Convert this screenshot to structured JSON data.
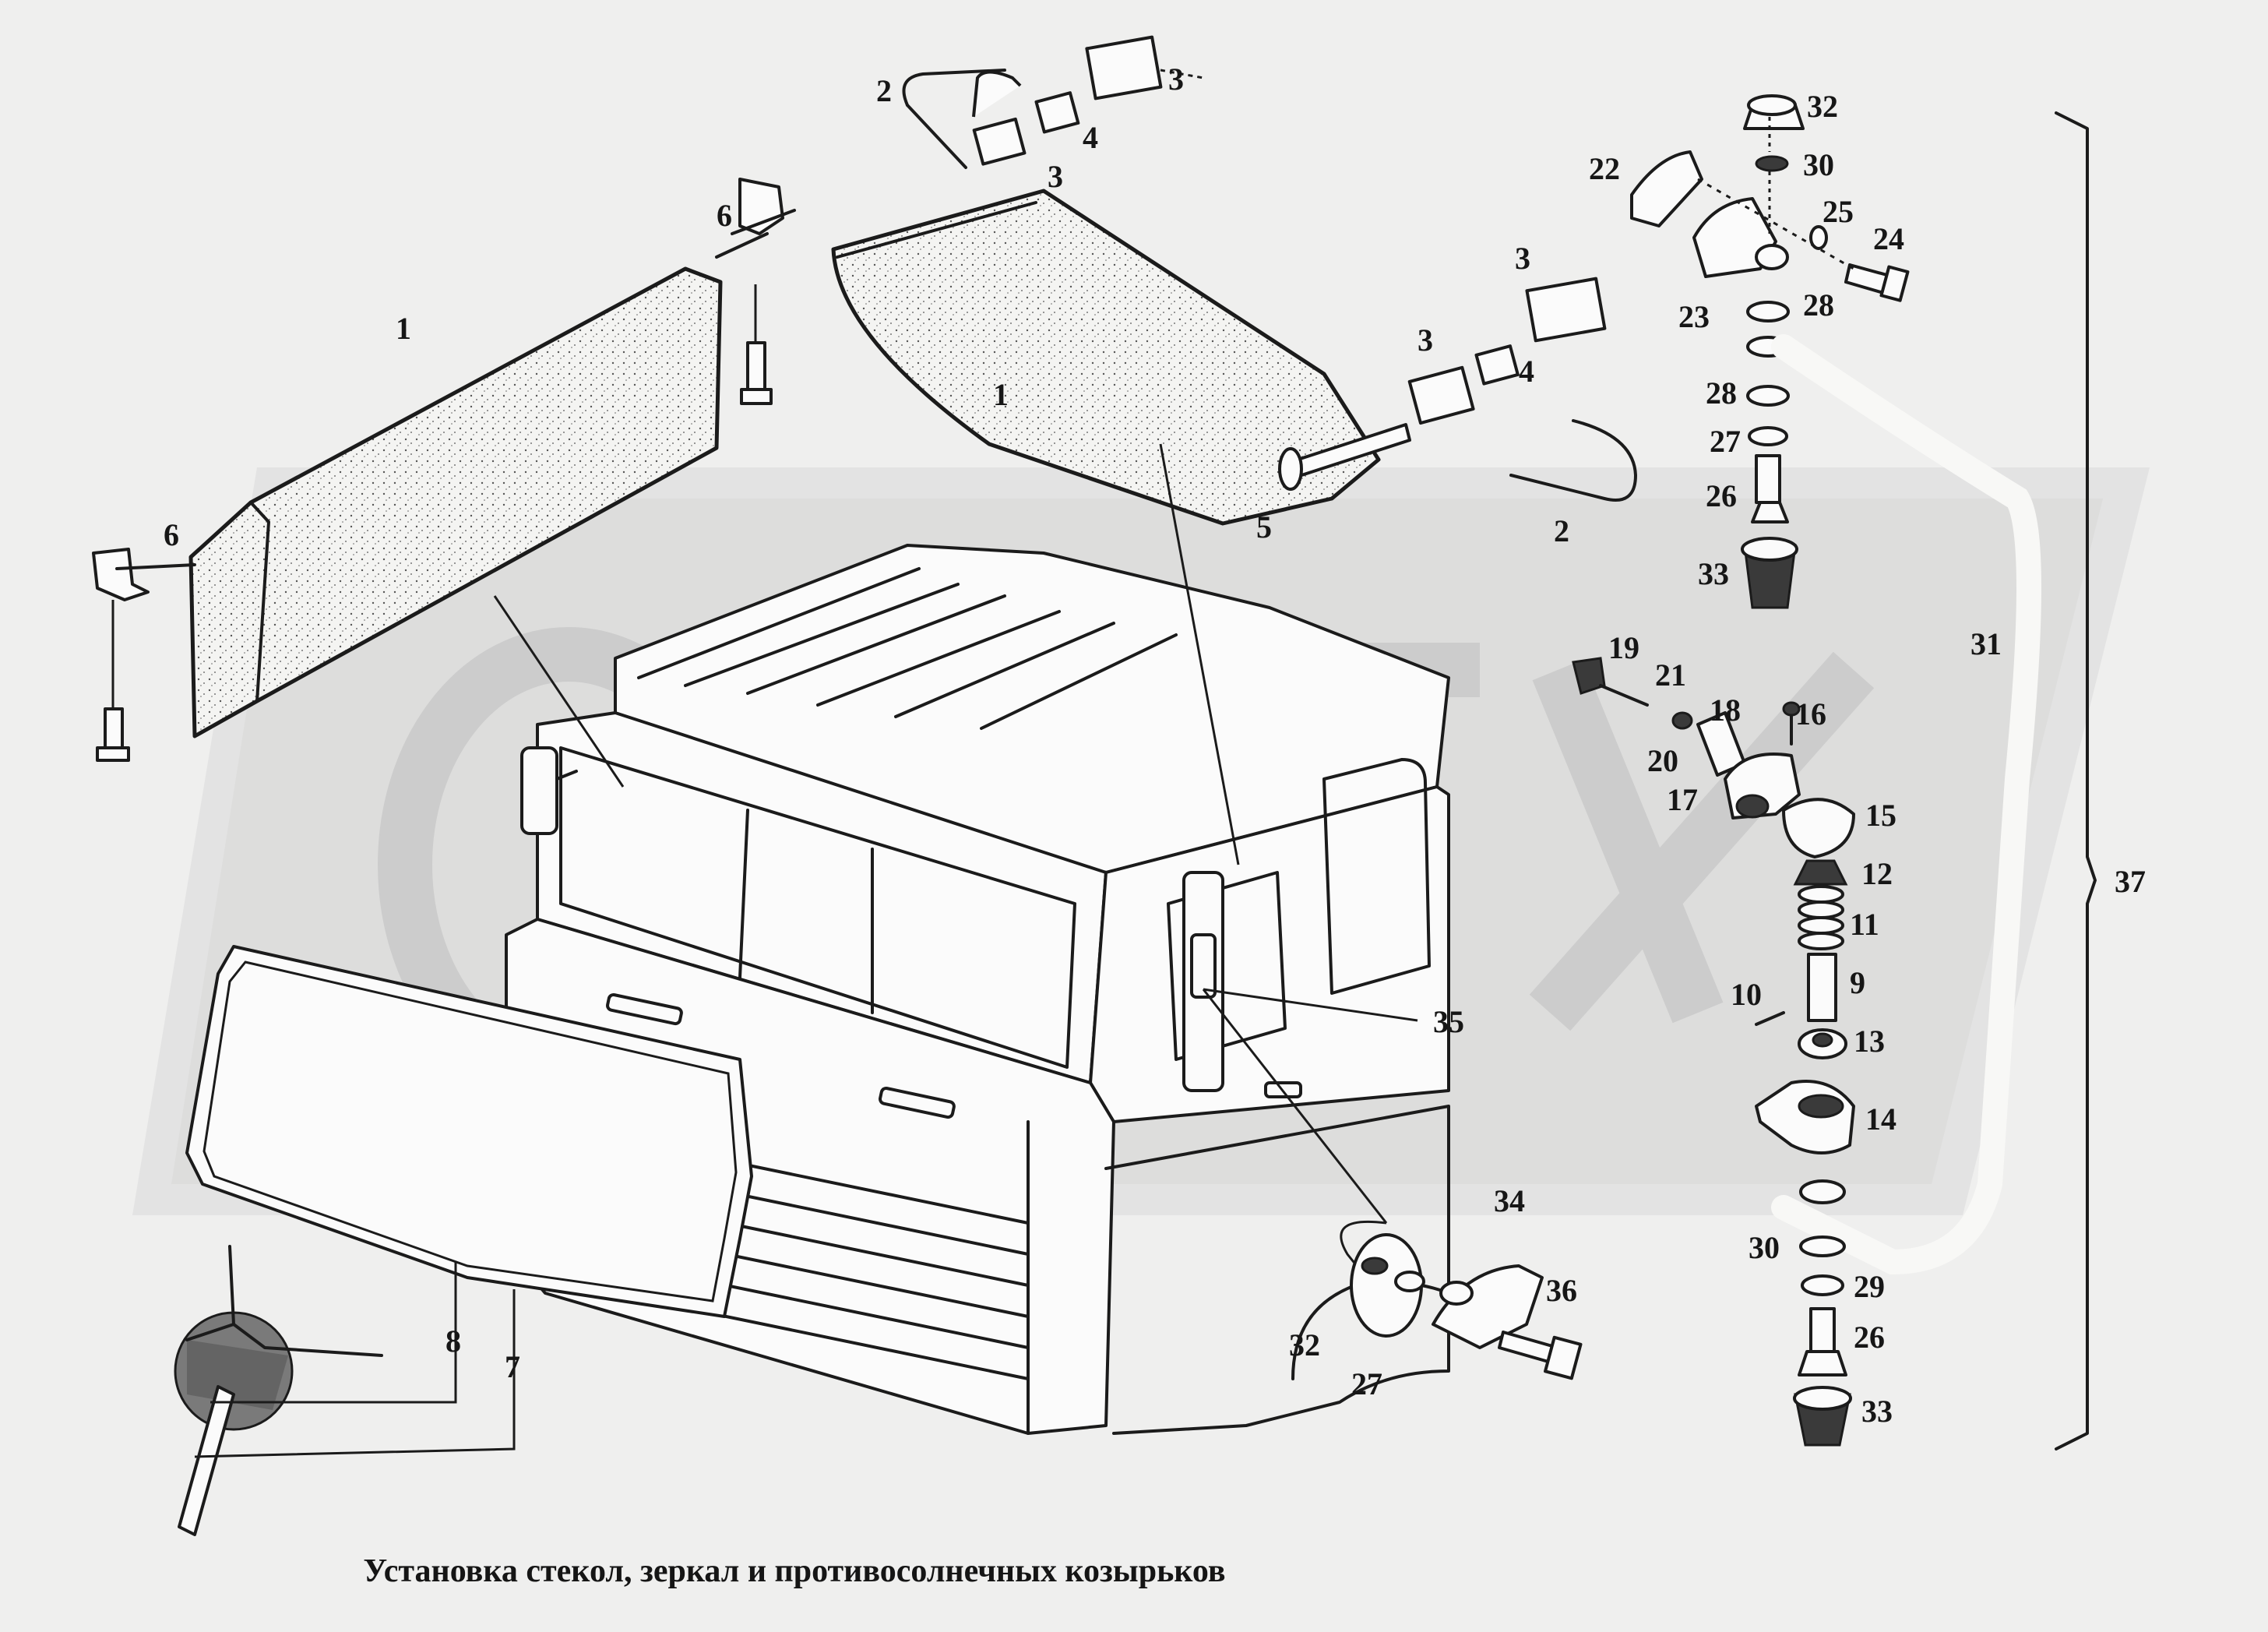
{
  "caption": "Установка стекол, зеркал и противосолнечных козырьков",
  "watermark_text": "ОРЕХ",
  "part_labels": [
    {
      "id": "lbl-1-left",
      "text": "1"
    },
    {
      "id": "lbl-1-right",
      "text": "1"
    },
    {
      "id": "lbl-2-top",
      "text": "2"
    },
    {
      "id": "lbl-2-bottom",
      "text": "2"
    },
    {
      "id": "lbl-3-a",
      "text": "3"
    },
    {
      "id": "lbl-3-b",
      "text": "3"
    },
    {
      "id": "lbl-3-c",
      "text": "3"
    },
    {
      "id": "lbl-3-d",
      "text": "3"
    },
    {
      "id": "lbl-4-top",
      "text": "4"
    },
    {
      "id": "lbl-4-bottom",
      "text": "4"
    },
    {
      "id": "lbl-5",
      "text": "5"
    },
    {
      "id": "lbl-6-top",
      "text": "6"
    },
    {
      "id": "lbl-6-left",
      "text": "6"
    },
    {
      "id": "lbl-7",
      "text": "7"
    },
    {
      "id": "lbl-8",
      "text": "8"
    },
    {
      "id": "lbl-9",
      "text": "9"
    },
    {
      "id": "lbl-10",
      "text": "10"
    },
    {
      "id": "lbl-11",
      "text": "11"
    },
    {
      "id": "lbl-12",
      "text": "12"
    },
    {
      "id": "lbl-13",
      "text": "13"
    },
    {
      "id": "lbl-14",
      "text": "14"
    },
    {
      "id": "lbl-15",
      "text": "15"
    },
    {
      "id": "lbl-16",
      "text": "16"
    },
    {
      "id": "lbl-17",
      "text": "17"
    },
    {
      "id": "lbl-18",
      "text": "18"
    },
    {
      "id": "lbl-19",
      "text": "19"
    },
    {
      "id": "lbl-20",
      "text": "20"
    },
    {
      "id": "lbl-21",
      "text": "21"
    },
    {
      "id": "lbl-22",
      "text": "22"
    },
    {
      "id": "lbl-23",
      "text": "23"
    },
    {
      "id": "lbl-24",
      "text": "24"
    },
    {
      "id": "lbl-25",
      "text": "25"
    },
    {
      "id": "lbl-26-top",
      "text": "26"
    },
    {
      "id": "lbl-26-bottom",
      "text": "26"
    },
    {
      "id": "lbl-27-top",
      "text": "27"
    },
    {
      "id": "lbl-27-bottom",
      "text": "27"
    },
    {
      "id": "lbl-28-top",
      "text": "28"
    },
    {
      "id": "lbl-28-mid",
      "text": "28"
    },
    {
      "id": "lbl-29",
      "text": "29"
    },
    {
      "id": "lbl-30-top",
      "text": "30"
    },
    {
      "id": "lbl-30-bottom",
      "text": "30"
    },
    {
      "id": "lbl-31",
      "text": "31"
    },
    {
      "id": "lbl-32-top",
      "text": "32"
    },
    {
      "id": "lbl-32-bottom",
      "text": "32"
    },
    {
      "id": "lbl-33-top",
      "text": "33"
    },
    {
      "id": "lbl-33-bottom",
      "text": "33"
    },
    {
      "id": "lbl-34",
      "text": "34"
    },
    {
      "id": "lbl-35",
      "text": "35"
    },
    {
      "id": "lbl-36",
      "text": "36"
    },
    {
      "id": "lbl-37",
      "text": "37"
    }
  ]
}
